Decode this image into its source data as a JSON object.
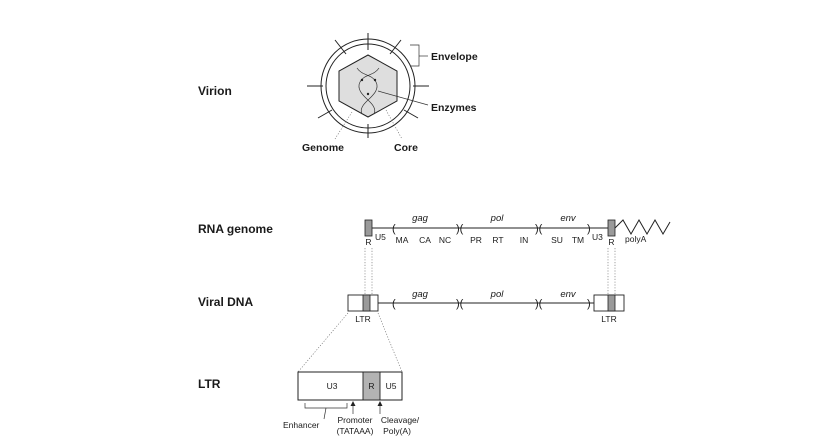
{
  "rows": {
    "virion": "Virion",
    "rna_genome": "RNA genome",
    "viral_dna": "Viral DNA",
    "ltr": "LTR"
  },
  "virion": {
    "envelope": "Envelope",
    "enzymes": "Enzymes",
    "genome": "Genome",
    "core": "Core"
  },
  "rna": {
    "r_left": "R",
    "u5": "U5",
    "genes": [
      "gag",
      "pol",
      "env"
    ],
    "proteins": [
      "MA",
      "CA",
      "NC",
      "PR",
      "RT",
      "IN",
      "SU",
      "TM"
    ],
    "u3": "U3",
    "r_right": "R",
    "polya": "polyA"
  },
  "dna": {
    "genes": [
      "gag",
      "pol",
      "env"
    ],
    "ltr_left": "LTR",
    "ltr_right": "LTR"
  },
  "ltr_detail": {
    "u3": "U3",
    "r": "R",
    "u5": "U5",
    "enhancer": "Enhancer",
    "promoter_line1": "Promoter",
    "promoter_line2": "(TATAAA)",
    "cleavage_line1": "Cleavage/",
    "cleavage_line2": "Poly(A)"
  },
  "colors": {
    "line": "#222222",
    "r_fill": "#9a9a9a",
    "core_fill": "#dedede"
  }
}
